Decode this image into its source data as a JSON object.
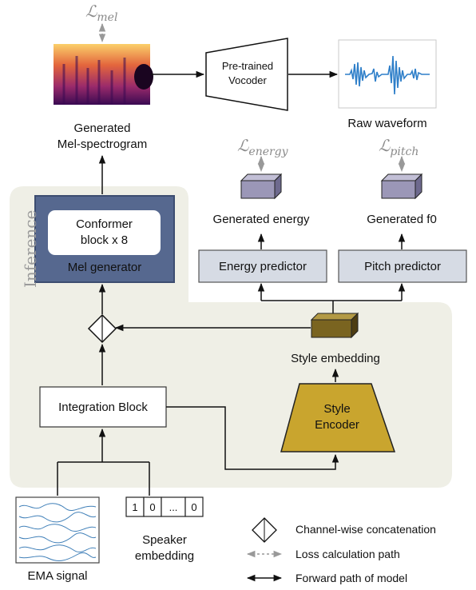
{
  "loss_labels": {
    "mel": {
      "script": "ℒ",
      "sub": "mel"
    },
    "energy": {
      "script": "ℒ",
      "sub": "energy"
    },
    "pitch": {
      "script": "ℒ",
      "sub": "pitch"
    }
  },
  "labels": {
    "generated_mel": [
      "Generated",
      "Mel-spectrogram"
    ],
    "vocoder": [
      "Pre-trained",
      "Vocoder"
    ],
    "raw_waveform": "Raw waveform",
    "generated_energy": "Generated energy",
    "generated_f0": "Generated f0",
    "conformer": [
      "Conformer",
      "block x 8"
    ],
    "mel_generator": "Mel generator",
    "energy_predictor": "Energy predictor",
    "pitch_predictor": "Pitch predictor",
    "inference": "Inference",
    "style_embedding": "Style embedding",
    "style_encoder": [
      "Style",
      "Encoder"
    ],
    "integration_block": "Integration Block",
    "speaker_embedding": [
      "Speaker",
      "embedding"
    ],
    "ema_signal": "EMA signal",
    "speaker_vector": [
      "1",
      "0",
      "...",
      "0"
    ]
  },
  "legend": {
    "concat": "Channel-wise concatenation",
    "loss_path": "Loss calculation path",
    "forward_path": "Forward path of model"
  },
  "colors": {
    "inference_bg": "#efefe6",
    "mel_generator": "#56688f",
    "predictor": "#d6dbe4",
    "style_encoder": "#c9a52e",
    "style_cube": "#7a6420",
    "output_cube": "#9b97b7"
  }
}
